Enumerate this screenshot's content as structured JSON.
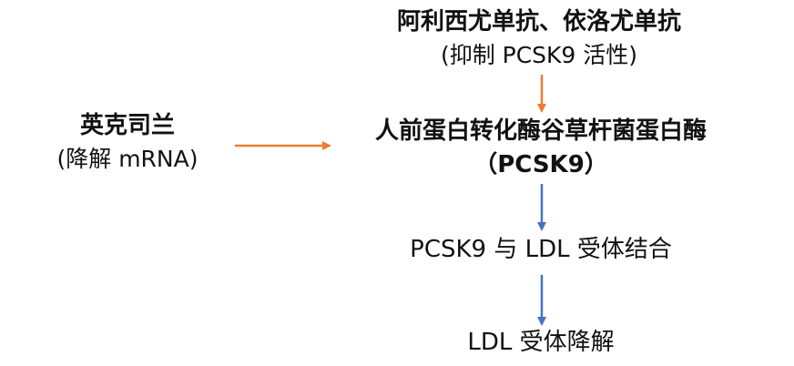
{
  "diagram": {
    "top_drug": {
      "title": "阿利西尤单抗、依洛尤单抗",
      "subtitle": "(抑制 PCSK9 活性)"
    },
    "left_drug": {
      "title": "英克司兰",
      "subtitle": "(降解 mRNA)"
    },
    "center_enzyme": {
      "title": "人前蛋白转化酶谷草杆菌蛋白酶",
      "subtitle": "（PCSK9）"
    },
    "binding_step": {
      "label": "PCSK9 与 LDL 受体结合"
    },
    "degradation_step": {
      "label": "LDL 受体降解"
    },
    "colors": {
      "orange_arrow": "#ED7D31",
      "blue_arrow": "#4472C4",
      "text": "#111111"
    }
  }
}
